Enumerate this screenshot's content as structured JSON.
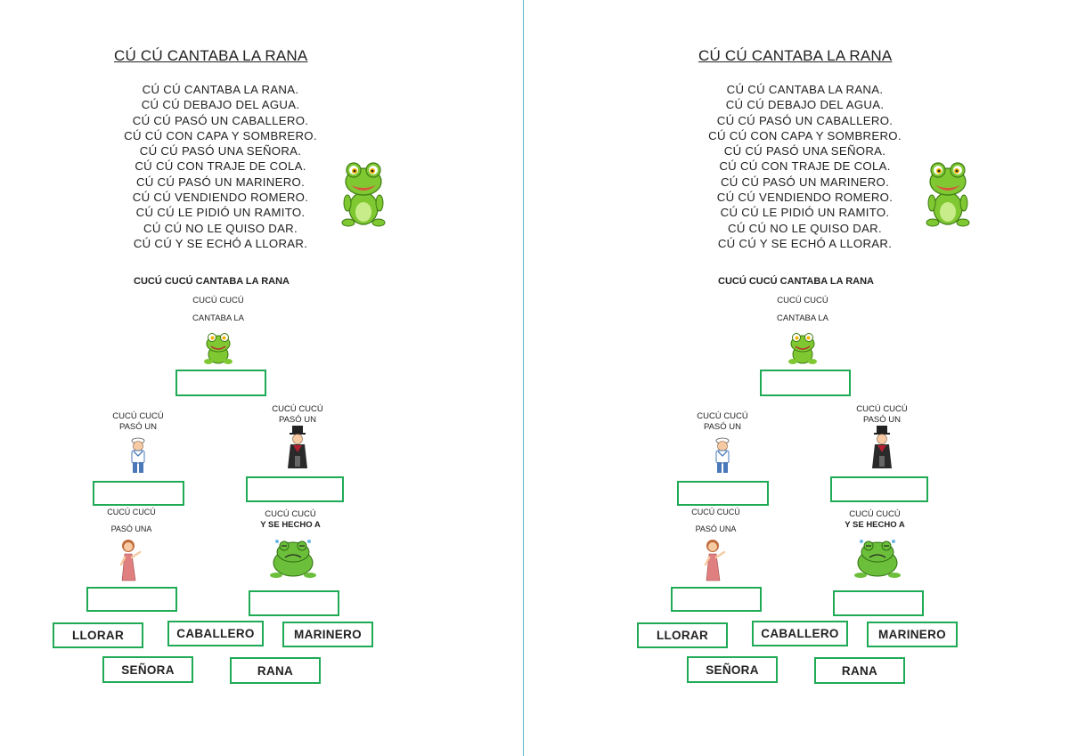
{
  "page": {
    "title": "CÚ CÚ CANTABA LA RANA",
    "poem": [
      "CÚ CÚ CANTABA LA RANA.",
      "CÚ CÚ DEBAJO DEL AGUA.",
      "CÚ CÚ PASÓ UN CABALLERO.",
      "CÚ CÚ CON CAPA Y SOMBRERO.",
      "CÚ CÚ PASÓ UNA SEÑORA.",
      "CÚ CÚ CON TRAJE DE COLA.",
      "CÚ CÚ PASÓ UN MARINERO.",
      "CÚ CÚ VENDIENDO ROMERO.",
      "CÚ CÚ LE PIDIÓ UN RAMITO.",
      "CÚ CÚ NO LE QUISO DAR.",
      "CÚ CÚ Y SE ECHÓ A LLORAR."
    ],
    "exercise_title": "CUCÚ CUCÚ CANTABA LA RANA",
    "top_line1": "CUCÚ CUCÚ",
    "top_line2": "CANTABA LA",
    "sailor_line1": "CUCÚ CUCÚ",
    "sailor_line2": "PASÓ UN",
    "gentleman_line1": "CUCÚ CUCÚ",
    "gentleman_line2": "PASÓ UN",
    "lady_line1": "CUCÚ CUCÚ",
    "lady_line2": "PASÓ UNA",
    "crying_line1": "CUCÚ CUCÚ",
    "crying_line2": "Y SE HECHO A",
    "words": {
      "llorar": "LLORAR",
      "caballero": "CABALLERO",
      "marinero": "MARINERO",
      "senora": "SEÑORA",
      "rana": "RANA"
    },
    "colors": {
      "box_border": "#1faa55",
      "divider": "#5fb3c9",
      "frog": "#7fc832"
    },
    "icons": [
      "frog-icon",
      "sailor-icon",
      "gentleman-icon",
      "lady-icon",
      "crying-frog-icon"
    ]
  }
}
